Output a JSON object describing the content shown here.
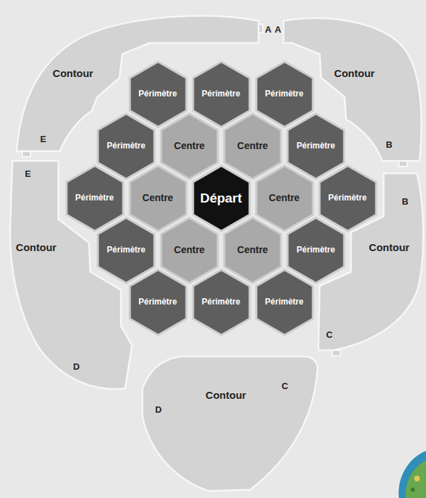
{
  "diagram": {
    "nodes": [
      {
        "text": [
          "Contour"
        ]
      },
      {
        "text": [
          "Contour"
        ]
      },
      {
        "text": [
          "Périmètre"
        ]
      },
      {
        "text": [
          "Périmètre"
        ]
      },
      {
        "text": [
          "Périmètre"
        ]
      },
      {
        "text": [
          "Périmètre"
        ]
      },
      {
        "text": [
          "Centre"
        ]
      },
      {
        "text": [
          "Centre"
        ]
      },
      {
        "text": [
          "Périmètre"
        ]
      },
      {
        "text": [
          "Périmètre"
        ]
      },
      {
        "text": [
          "Centre"
        ]
      },
      {
        "text": [
          "Départ"
        ]
      },
      {
        "text": [
          "Centre"
        ]
      },
      {
        "text": [
          "Périmètre"
        ]
      },
      {
        "text": [
          "Périmètre"
        ]
      },
      {
        "text": [
          "Centre"
        ]
      },
      {
        "text": [
          "Centre"
        ]
      },
      {
        "text": [
          "Périmètre"
        ]
      },
      {
        "text": [
          "Périmètre"
        ]
      },
      {
        "text": [
          "Périmètre"
        ]
      },
      {
        "text": [
          "Périmètre"
        ]
      },
      {
        "text": [
          "Contour"
        ]
      },
      {
        "text": [
          "Contour"
        ]
      },
      {
        "text": [
          "Contour"
        ]
      }
    ],
    "labels": [
      "A",
      "A",
      "E",
      "B",
      "E",
      "B",
      "C",
      "D",
      "C",
      "D"
    ]
  }
}
